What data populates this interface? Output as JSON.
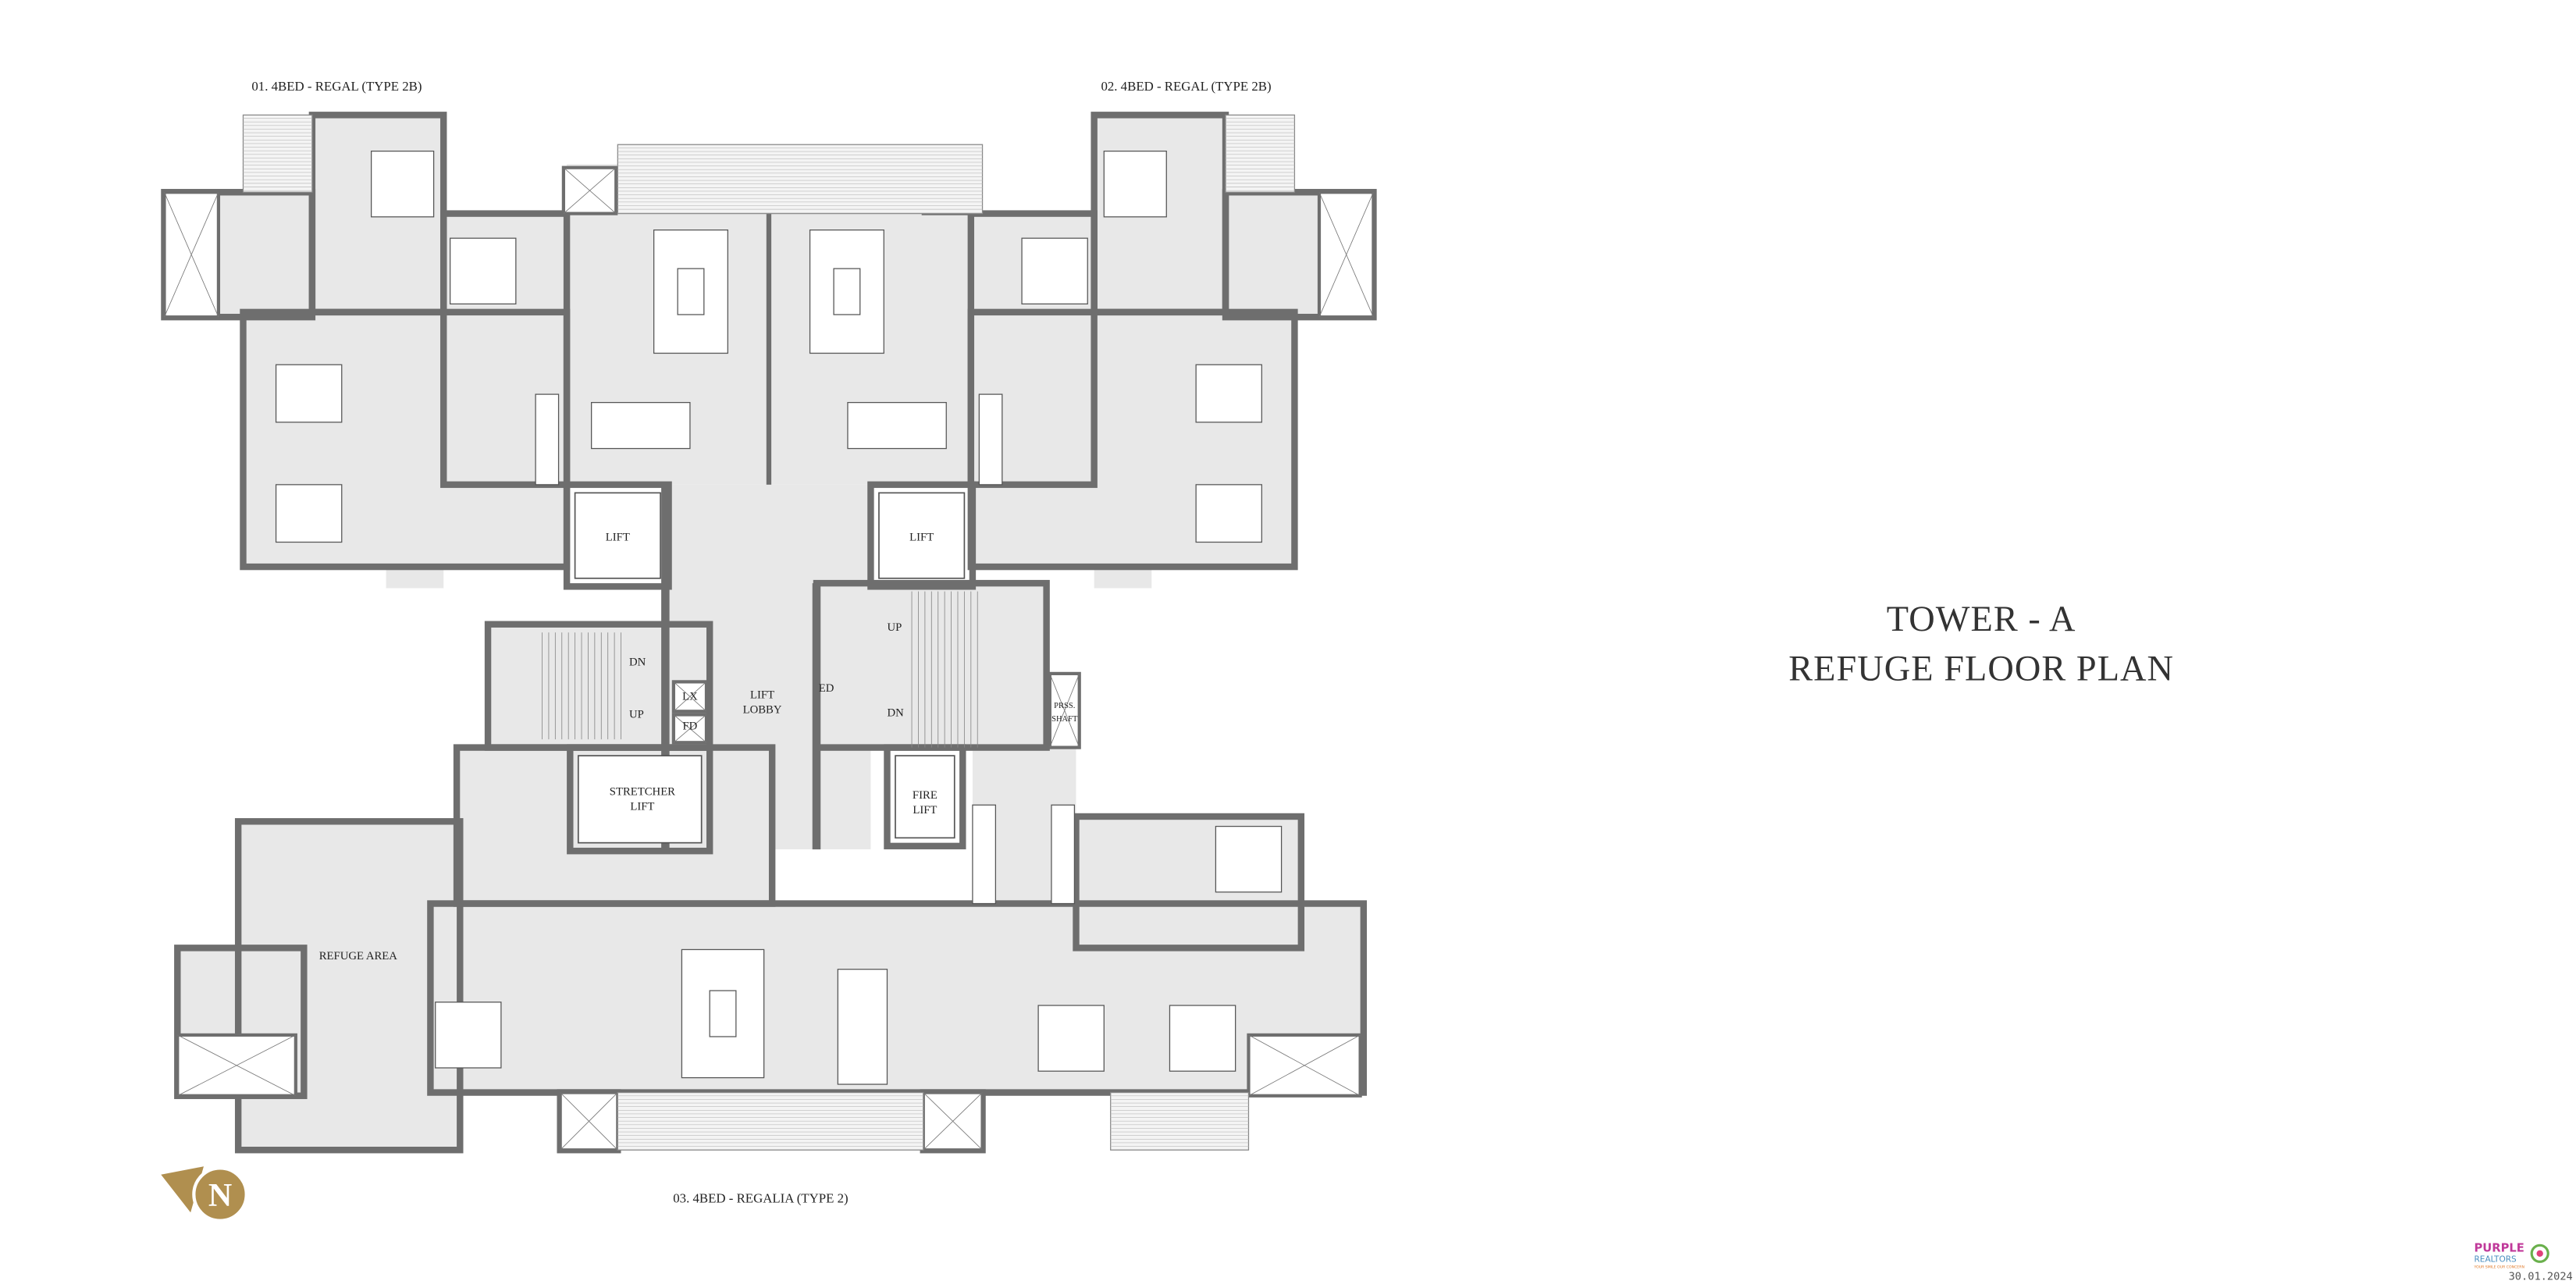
{
  "title": {
    "line1": "TOWER - A",
    "line2": "REFUGE FLOOR PLAN"
  },
  "units": [
    {
      "label": "01. 4BED - REGAL (TYPE 2B)"
    },
    {
      "label": "02. 4BED - REGAL (TYPE 2B)"
    },
    {
      "label": "03. 4BED - REGALIA (TYPE 2)"
    }
  ],
  "rooms": {
    "lift_left": "LIFT",
    "lift_right": "LIFT",
    "lift_lobby_1": "LIFT",
    "lift_lobby_2": "LOBBY",
    "stretcher_1": "STRETCHER",
    "stretcher_2": "LIFT",
    "fire_1": "FIRE",
    "fire_2": "LIFT",
    "refuge": "REFUGE AREA",
    "lx": "LX",
    "fd": "FD",
    "ed": "ED",
    "prss_1": "PRSS.",
    "prss_2": "SHAFT",
    "stair_left_dn": "DN",
    "stair_left_up": "UP",
    "stair_right_up": "UP",
    "stair_right_dn": "DN"
  },
  "north": {
    "letter": "N",
    "color": "#b08f4f"
  },
  "colors": {
    "wall": "#6e6e6e",
    "floor": "#e8e8e8"
  },
  "logo": {
    "line1": "PURPLE",
    "line2": "REALTORS",
    "tagline": "YOUR SMILE OUR CONCERN"
  },
  "date": "30.01.2024"
}
